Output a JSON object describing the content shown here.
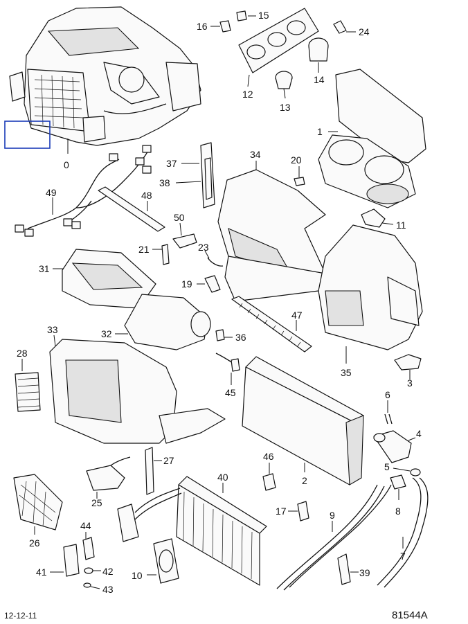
{
  "diagram": {
    "parts": [
      {
        "id": "p0",
        "label": "0"
      },
      {
        "id": "p1",
        "label": "1"
      },
      {
        "id": "p2",
        "label": "2"
      },
      {
        "id": "p3",
        "label": "3"
      },
      {
        "id": "p4",
        "label": "4"
      },
      {
        "id": "p5",
        "label": "5"
      },
      {
        "id": "p6",
        "label": "6"
      },
      {
        "id": "p7",
        "label": "7"
      },
      {
        "id": "p8",
        "label": "8"
      },
      {
        "id": "p9",
        "label": "9"
      },
      {
        "id": "p10",
        "label": "10"
      },
      {
        "id": "p11",
        "label": "11"
      },
      {
        "id": "p12",
        "label": "12"
      },
      {
        "id": "p13",
        "label": "13"
      },
      {
        "id": "p14",
        "label": "14"
      },
      {
        "id": "p15",
        "label": "15"
      },
      {
        "id": "p16",
        "label": "16"
      },
      {
        "id": "p17",
        "label": "17"
      },
      {
        "id": "p19",
        "label": "19"
      },
      {
        "id": "p20",
        "label": "20"
      },
      {
        "id": "p21",
        "label": "21"
      },
      {
        "id": "p23",
        "label": "23"
      },
      {
        "id": "p24",
        "label": "24"
      },
      {
        "id": "p25",
        "label": "25"
      },
      {
        "id": "p26",
        "label": "26"
      },
      {
        "id": "p27",
        "label": "27"
      },
      {
        "id": "p28",
        "label": "28"
      },
      {
        "id": "p31",
        "label": "31"
      },
      {
        "id": "p32",
        "label": "32"
      },
      {
        "id": "p33",
        "label": "33"
      },
      {
        "id": "p34",
        "label": "34"
      },
      {
        "id": "p35",
        "label": "35"
      },
      {
        "id": "p36",
        "label": "36"
      },
      {
        "id": "p37",
        "label": "37"
      },
      {
        "id": "p38",
        "label": "38"
      },
      {
        "id": "p39",
        "label": "39"
      },
      {
        "id": "p40",
        "label": "40"
      },
      {
        "id": "p41",
        "label": "41"
      },
      {
        "id": "p42",
        "label": "42"
      },
      {
        "id": "p43",
        "label": "43"
      },
      {
        "id": "p44",
        "label": "44"
      },
      {
        "id": "p45",
        "label": "45"
      },
      {
        "id": "p46",
        "label": "46"
      },
      {
        "id": "p47",
        "label": "47"
      },
      {
        "id": "p48",
        "label": "48"
      },
      {
        "id": "p49",
        "label": "49"
      },
      {
        "id": "p50",
        "label": "50"
      }
    ],
    "footer_date": "12-12-11",
    "footer_ref": "81544A",
    "highlight_color": "#1a3bb8",
    "line_color": "#111111"
  }
}
